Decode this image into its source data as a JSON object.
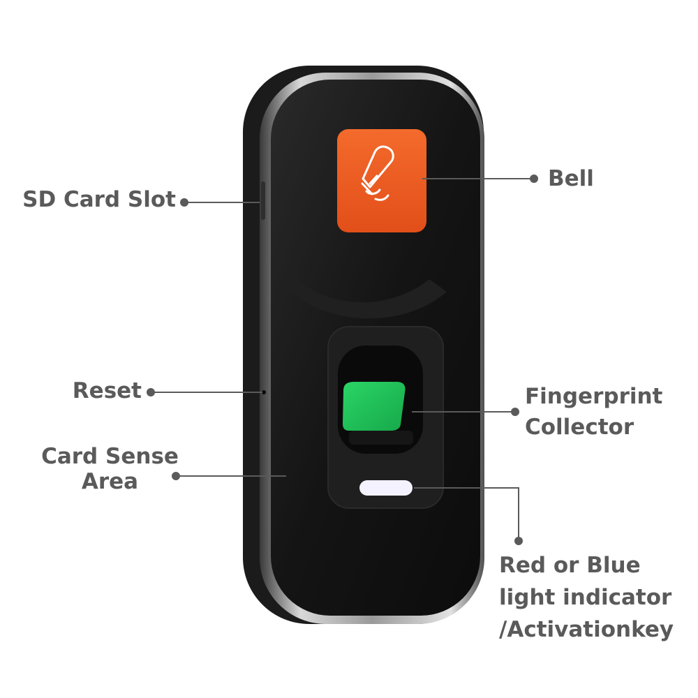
{
  "callouts": {
    "sd_card_slot": "SD Card Slot",
    "bell": "Bell",
    "reset": "Reset",
    "fingerprint_line1": "Fingerprint",
    "fingerprint_line2": "Collector",
    "card_sense_line1": "Card Sense",
    "card_sense_line2": "Area",
    "indicator_line1": "Red or Blue",
    "indicator_line2": "light indicator",
    "indicator_line3": "/Activationkey"
  },
  "colors": {
    "label_text": "#5a5a5a",
    "device_body": "#151515",
    "device_rim": "#b9b9b9",
    "bell_button": "#f05a22",
    "fingerprint_sensor": "#22c45a",
    "indicator_led": "#f4f2ff"
  },
  "icons": {
    "bell": "bell-icon"
  }
}
